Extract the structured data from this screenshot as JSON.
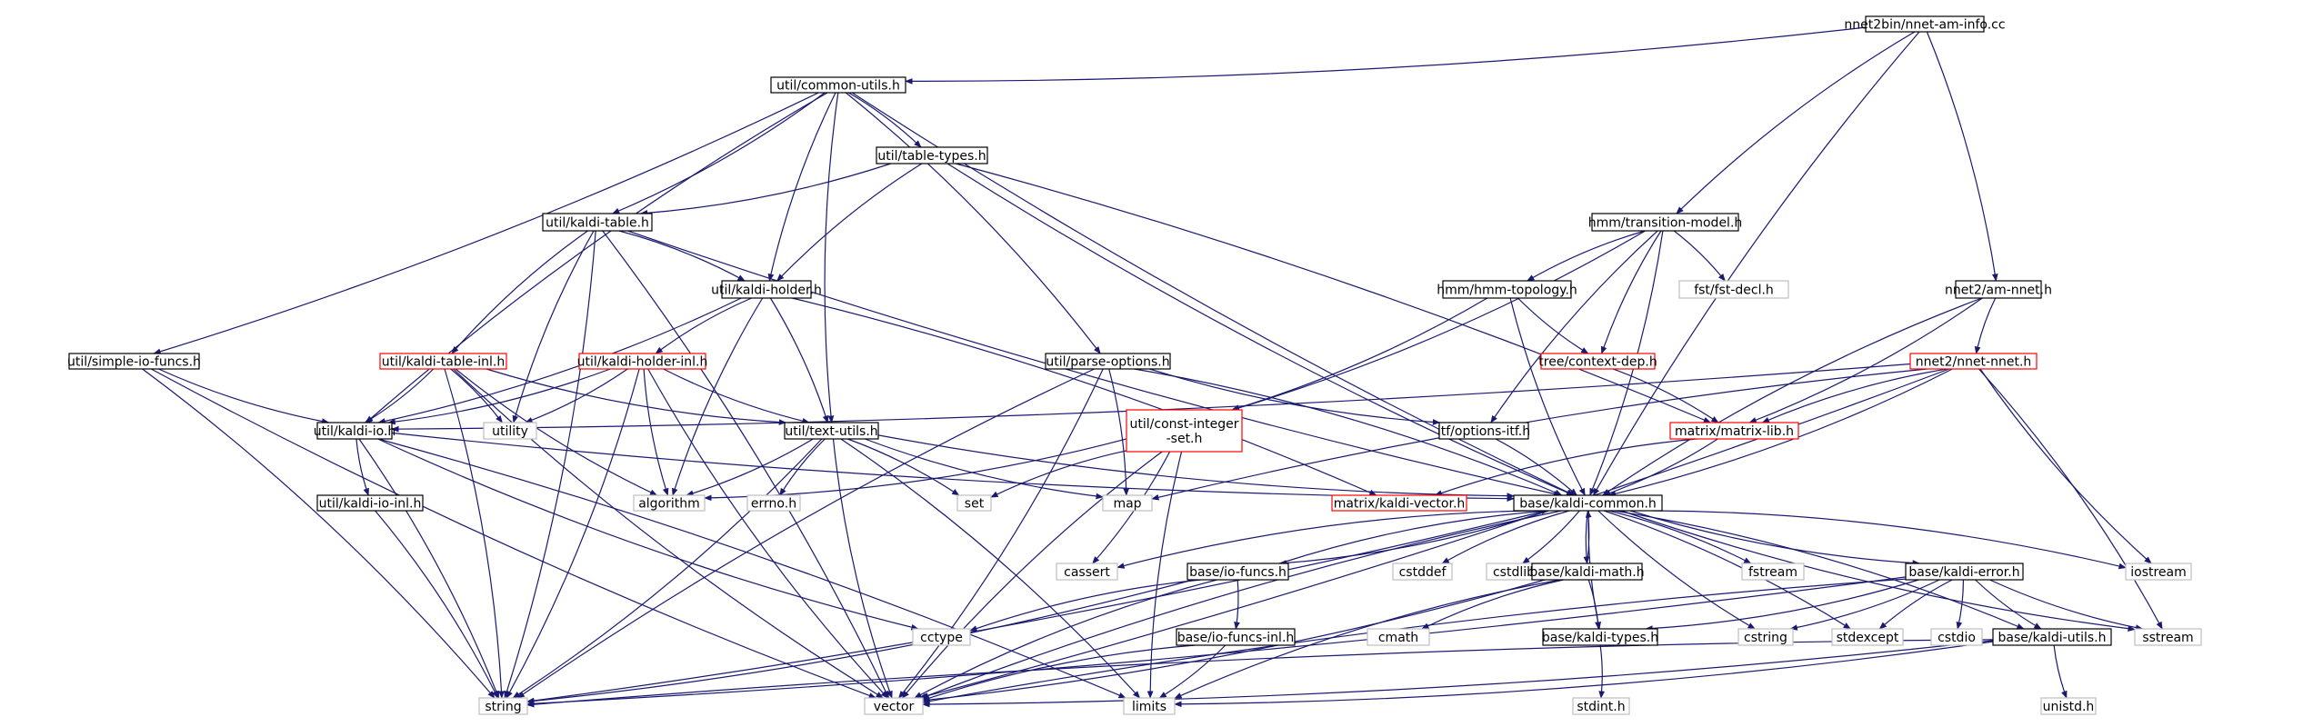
{
  "graph": {
    "title": "nnet2bin/nnet-am-info.cc",
    "colors": {
      "edge": "#191970",
      "box_border": "#000000",
      "box_border_truncated": "#ff0000",
      "box_border_system": "#bfbfbf",
      "root_fill": "#bfbfbf",
      "text": "#000000",
      "system_text": "#000000"
    },
    "nodes": [
      {
        "id": "root",
        "label": "nnet2bin/nnet-am-info.cc",
        "kind": "root"
      },
      {
        "id": "cu",
        "label": "util/common-utils.h",
        "kind": "local"
      },
      {
        "id": "tt",
        "label": "util/table-types.h",
        "kind": "local"
      },
      {
        "id": "kt",
        "label": "util/kaldi-table.h",
        "kind": "local"
      },
      {
        "id": "kh",
        "label": "util/kaldi-holder.h",
        "kind": "local"
      },
      {
        "id": "sio",
        "label": "util/simple-io-funcs.h",
        "kind": "local"
      },
      {
        "id": "kti",
        "label": "util/kaldi-table-inl.h",
        "kind": "truncated"
      },
      {
        "id": "khi",
        "label": "util/kaldi-holder-inl.h",
        "kind": "truncated"
      },
      {
        "id": "po",
        "label": "util/parse-options.h",
        "kind": "local"
      },
      {
        "id": "kio",
        "label": "util/kaldi-io.h",
        "kind": "local"
      },
      {
        "id": "txt",
        "label": "util/text-utils.h",
        "kind": "local"
      },
      {
        "id": "kioi",
        "label": "util/kaldi-io-inl.h",
        "kind": "local"
      },
      {
        "id": "tm",
        "label": "hmm/transition-model.h",
        "kind": "local"
      },
      {
        "id": "topo",
        "label": "hmm/hmm-topology.h",
        "kind": "local"
      },
      {
        "id": "fst",
        "label": "fst/fst-decl.h",
        "kind": "system"
      },
      {
        "id": "cdep",
        "label": "tree/context-dep.h",
        "kind": "truncated"
      },
      {
        "id": "am",
        "label": "nnet2/am-nnet.h",
        "kind": "local"
      },
      {
        "id": "nn",
        "label": "nnet2/nnet-nnet.h",
        "kind": "truncated"
      },
      {
        "id": "cis",
        "label": "util/const-integer\n-set.h",
        "kind": "truncated"
      },
      {
        "id": "itf",
        "label": "itf/options-itf.h",
        "kind": "local"
      },
      {
        "id": "ml",
        "label": "matrix/matrix-lib.h",
        "kind": "truncated"
      },
      {
        "id": "kv",
        "label": "matrix/kaldi-vector.h",
        "kind": "truncated"
      },
      {
        "id": "kc",
        "label": "base/kaldi-common.h",
        "kind": "local"
      },
      {
        "id": "utility",
        "label": "utility",
        "kind": "system"
      },
      {
        "id": "algorithm",
        "label": "algorithm",
        "kind": "system"
      },
      {
        "id": "errno",
        "label": "errno.h",
        "kind": "system"
      },
      {
        "id": "set",
        "label": "set",
        "kind": "system"
      },
      {
        "id": "map",
        "label": "map",
        "kind": "system"
      },
      {
        "id": "cassert",
        "label": "cassert",
        "kind": "system"
      },
      {
        "id": "iof",
        "label": "base/io-funcs.h",
        "kind": "local"
      },
      {
        "id": "cstddef",
        "label": "cstddef",
        "kind": "system"
      },
      {
        "id": "cstdlib",
        "label": "cstdlib",
        "kind": "system"
      },
      {
        "id": "km",
        "label": "base/kaldi-math.h",
        "kind": "local"
      },
      {
        "id": "fstream",
        "label": "fstream",
        "kind": "system"
      },
      {
        "id": "ke",
        "label": "base/kaldi-error.h",
        "kind": "local"
      },
      {
        "id": "iostream",
        "label": "iostream",
        "kind": "system"
      },
      {
        "id": "cctype",
        "label": "cctype",
        "kind": "system"
      },
      {
        "id": "iofi",
        "label": "base/io-funcs-inl.h",
        "kind": "local"
      },
      {
        "id": "cmath",
        "label": "cmath",
        "kind": "system"
      },
      {
        "id": "ktypes",
        "label": "base/kaldi-types.h",
        "kind": "local"
      },
      {
        "id": "cstring",
        "label": "cstring",
        "kind": "system"
      },
      {
        "id": "stdexcept",
        "label": "stdexcept",
        "kind": "system"
      },
      {
        "id": "cstdio",
        "label": "cstdio",
        "kind": "system"
      },
      {
        "id": "ku",
        "label": "base/kaldi-utils.h",
        "kind": "local"
      },
      {
        "id": "sstream",
        "label": "sstream",
        "kind": "system"
      },
      {
        "id": "string",
        "label": "string",
        "kind": "system"
      },
      {
        "id": "vector",
        "label": "vector",
        "kind": "system"
      },
      {
        "id": "limits",
        "label": "limits",
        "kind": "system"
      },
      {
        "id": "stdint",
        "label": "stdint.h",
        "kind": "system"
      },
      {
        "id": "unistd",
        "label": "unistd.h",
        "kind": "system"
      }
    ],
    "edges": [
      [
        "root",
        "cu"
      ],
      [
        "root",
        "tm"
      ],
      [
        "root",
        "am"
      ],
      [
        "root",
        "kc"
      ],
      [
        "cu",
        "sio"
      ],
      [
        "cu",
        "kio"
      ],
      [
        "cu",
        "kt"
      ],
      [
        "cu",
        "kh"
      ],
      [
        "cu",
        "tt"
      ],
      [
        "cu",
        "txt"
      ],
      [
        "cu",
        "po"
      ],
      [
        "cu",
        "kc"
      ],
      [
        "tt",
        "kt"
      ],
      [
        "tt",
        "kh"
      ],
      [
        "tt",
        "ml"
      ],
      [
        "tt",
        "kc"
      ],
      [
        "kt",
        "string"
      ],
      [
        "kt",
        "kti"
      ],
      [
        "kt",
        "kh"
      ],
      [
        "kt",
        "utility"
      ],
      [
        "kt",
        "vector"
      ],
      [
        "kt",
        "kc"
      ],
      [
        "kh",
        "kio"
      ],
      [
        "kh",
        "khi"
      ],
      [
        "kh",
        "txt"
      ],
      [
        "kh",
        "algorithm"
      ],
      [
        "kh",
        "kv"
      ],
      [
        "sio",
        "kio"
      ],
      [
        "sio",
        "string"
      ],
      [
        "sio",
        "vector"
      ],
      [
        "kti",
        "kio"
      ],
      [
        "kti",
        "txt"
      ],
      [
        "kti",
        "utility"
      ],
      [
        "kti",
        "algorithm"
      ],
      [
        "kti",
        "string"
      ],
      [
        "kti",
        "vector"
      ],
      [
        "khi",
        "kio"
      ],
      [
        "khi",
        "txt"
      ],
      [
        "khi",
        "utility"
      ],
      [
        "khi",
        "algorithm"
      ],
      [
        "khi",
        "string"
      ],
      [
        "khi",
        "vector"
      ],
      [
        "po",
        "map"
      ],
      [
        "po",
        "string"
      ],
      [
        "po",
        "vector"
      ],
      [
        "po",
        "itf"
      ],
      [
        "po",
        "kc"
      ],
      [
        "kio",
        "kioi"
      ],
      [
        "kio",
        "string"
      ],
      [
        "kio",
        "cctype"
      ],
      [
        "kio",
        "limits"
      ],
      [
        "kio",
        "kc"
      ],
      [
        "txt",
        "algorithm"
      ],
      [
        "txt",
        "errno"
      ],
      [
        "txt",
        "set"
      ],
      [
        "txt",
        "map"
      ],
      [
        "txt",
        "string"
      ],
      [
        "txt",
        "vector"
      ],
      [
        "txt",
        "limits"
      ],
      [
        "txt",
        "kc"
      ],
      [
        "kioi",
        "string"
      ],
      [
        "tm",
        "topo"
      ],
      [
        "tm",
        "fst"
      ],
      [
        "tm",
        "cdep"
      ],
      [
        "tm",
        "cis"
      ],
      [
        "tm",
        "itf"
      ],
      [
        "tm",
        "kc"
      ],
      [
        "topo",
        "cdep"
      ],
      [
        "topo",
        "cis"
      ],
      [
        "topo",
        "kc"
      ],
      [
        "cdep",
        "ml"
      ],
      [
        "am",
        "nn"
      ],
      [
        "am",
        "ml"
      ],
      [
        "am",
        "kc"
      ],
      [
        "nn",
        "kio"
      ],
      [
        "nn",
        "ml"
      ],
      [
        "nn",
        "kc"
      ],
      [
        "nn",
        "iostream"
      ],
      [
        "nn",
        "sstream"
      ],
      [
        "nn",
        "map"
      ],
      [
        "nn",
        "vector"
      ],
      [
        "cis",
        "set"
      ],
      [
        "cis",
        "algorithm"
      ],
      [
        "cis",
        "vector"
      ],
      [
        "cis",
        "cassert"
      ],
      [
        "cis",
        "limits"
      ],
      [
        "itf",
        "kc"
      ],
      [
        "ml",
        "kv"
      ],
      [
        "ml",
        "kc"
      ],
      [
        "kc",
        "cassert"
      ],
      [
        "kc",
        "iof"
      ],
      [
        "kc",
        "cstddef"
      ],
      [
        "kc",
        "cstdlib"
      ],
      [
        "kc",
        "km"
      ],
      [
        "kc",
        "fstream"
      ],
      [
        "kc",
        "ke"
      ],
      [
        "kc",
        "iostream"
      ],
      [
        "kc",
        "cstring"
      ],
      [
        "kc",
        "stdexcept"
      ],
      [
        "kc",
        "ktypes"
      ],
      [
        "kc",
        "ku"
      ],
      [
        "kc",
        "sstream"
      ],
      [
        "kc",
        "string"
      ],
      [
        "kc",
        "vector"
      ],
      [
        "iof",
        "iofi"
      ],
      [
        "iof",
        "cctype"
      ],
      [
        "iof",
        "string"
      ],
      [
        "iof",
        "vector"
      ],
      [
        "iof",
        "kc"
      ],
      [
        "km",
        "cmath"
      ],
      [
        "km",
        "ktypes"
      ],
      [
        "km",
        "limits"
      ],
      [
        "km",
        "vector"
      ],
      [
        "km",
        "kc"
      ],
      [
        "ke",
        "cstring"
      ],
      [
        "ke",
        "stdexcept"
      ],
      [
        "ke",
        "cstdio"
      ],
      [
        "ke",
        "sstream"
      ],
      [
        "ke",
        "ktypes"
      ],
      [
        "ke",
        "ku"
      ],
      [
        "ke",
        "string"
      ],
      [
        "ke",
        "vector"
      ],
      [
        "iofi",
        "limits"
      ],
      [
        "iofi",
        "vector"
      ],
      [
        "ktypes",
        "stdint"
      ],
      [
        "ku",
        "unistd"
      ],
      [
        "ku",
        "limits"
      ],
      [
        "ku",
        "string"
      ],
      [
        "ku",
        "vector"
      ]
    ]
  }
}
